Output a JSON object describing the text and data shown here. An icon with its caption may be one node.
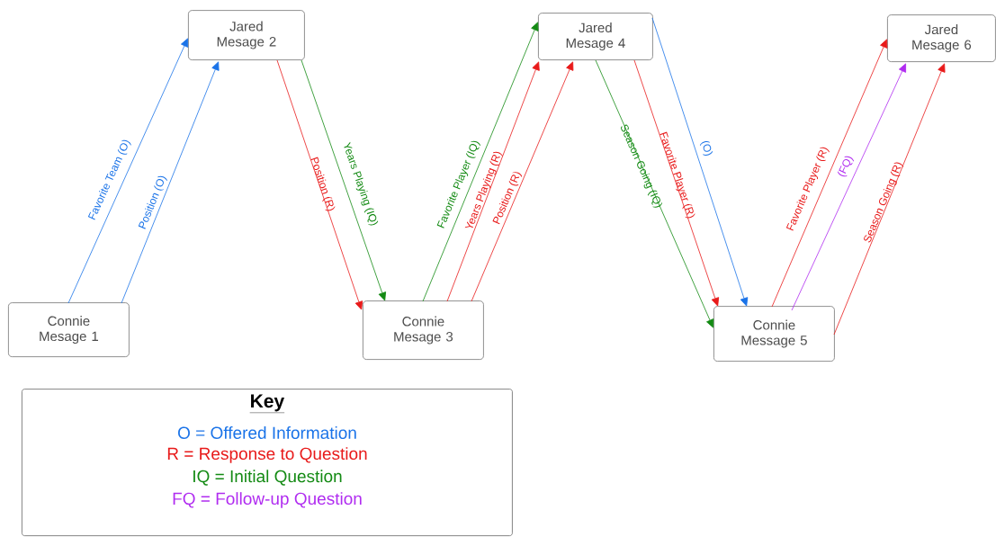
{
  "diagram": {
    "nodes": [
      {
        "text": [
          "Connie Mesage 1"
        ]
      },
      {
        "text": [
          "Jared Mesage 2"
        ]
      },
      {
        "text": [
          "Connie Mesage 3"
        ]
      },
      {
        "text": [
          "Jared Mesage 4"
        ]
      },
      {
        "text": [
          "Connie Message 5"
        ]
      },
      {
        "text": [
          "Jared Mesage 6"
        ]
      },
      {
        "text": [
          "Key"
        ]
      }
    ],
    "edges": [
      {
        "from": 0,
        "to": 1,
        "arrow": "to",
        "label": "Favorite Team (O)",
        "color": "#1a73e8"
      },
      {
        "from": 0,
        "to": 1,
        "arrow": "to",
        "label": "Position (O)",
        "color": "#1a73e8"
      },
      {
        "from": 1,
        "to": 2,
        "arrow": "to",
        "label": "Position (R)"
      },
      {
        "from": 1,
        "to": 2,
        "arrow": "to",
        "label": "Years Playing (IQ)",
        "color": "#138a13"
      },
      {
        "from": 2,
        "to": 3,
        "arrow": "to",
        "label": "Favorite Player (IQ)",
        "color": "#138a13"
      },
      {
        "from": 2,
        "to": 3,
        "arrow": "to",
        "label": "Years Playing (R)"
      },
      {
        "from": 2,
        "to": 3,
        "arrow": "to",
        "label": "Position (R)"
      },
      {
        "from": 3,
        "to": 4,
        "arrow": "to",
        "label": "Season Going (IQ)",
        "color": "#138a13"
      },
      {
        "from": 3,
        "to": 4,
        "arrow": "to",
        "label": "Favorite Player (R)"
      },
      {
        "from": 3,
        "to": 4,
        "arrow": "to",
        "label": "(O)",
        "color": "#1a73e8"
      },
      {
        "from": 4,
        "to": 5,
        "arrow": "to",
        "label": "Favorite Player (R)"
      },
      {
        "from": 4,
        "to": 5,
        "arrow": "to",
        "label": "(FQ)",
        "color": "#b02cf0"
      },
      {
        "from": 4,
        "to": 5,
        "arrow": "to",
        "label": "Season Going (R)"
      }
    ],
    "legend": [
      {
        "text": "O = Offered Information",
        "color": "#1a73e8"
      },
      {
        "text": "R = Response to Question",
        "color": "#e81a1a"
      },
      {
        "text": "IQ = Initial Question",
        "color": "#138a13"
      },
      {
        "text": "FQ = Follow-up Question",
        "color": "#b02cf0"
      }
    ]
  }
}
